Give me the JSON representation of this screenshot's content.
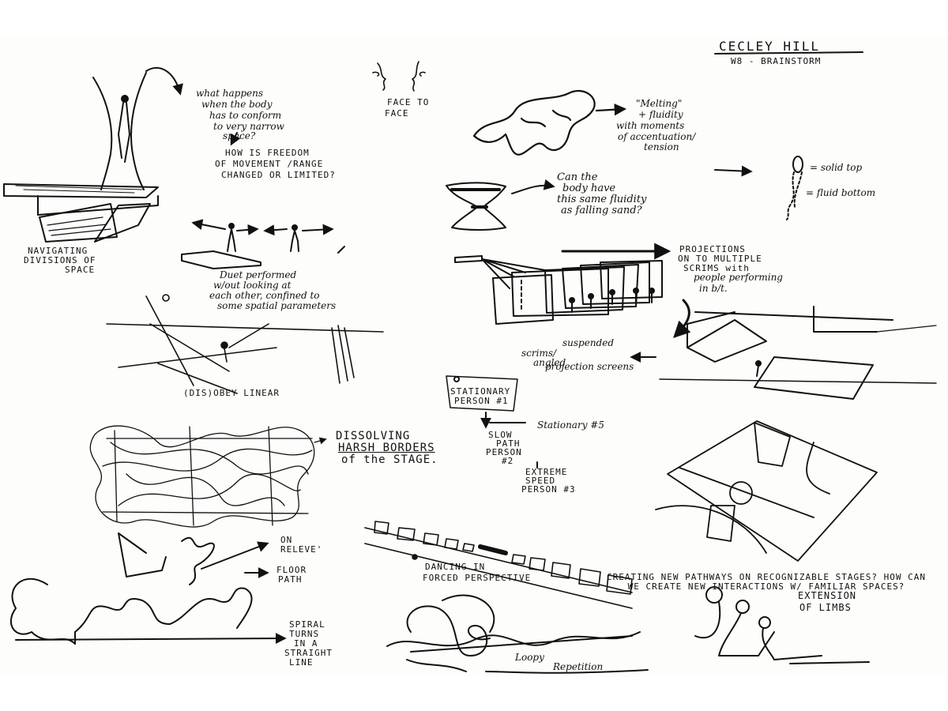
{
  "header": {
    "name": "CECLEY HILL",
    "subtitle": "W8 - BRAINSTORM"
  },
  "notes": {
    "narrow_space": [
      "what happens",
      "when the body",
      "has to conform",
      "to very narrow",
      "space?"
    ],
    "freedom": [
      "HOW IS FREEDOM",
      "OF MOVEMENT /RANGE",
      "CHANGED OR LIMITED?"
    ],
    "face": [
      "FACE TO",
      "FACE"
    ],
    "melting": [
      "\"Melting\"",
      "+ fluidity",
      "with moments",
      "of accentuation/",
      "tension"
    ],
    "sand": [
      "Can the",
      "body have",
      "this same fluidity",
      "as falling sand?"
    ],
    "solid_top": "= solid top",
    "fluid_bottom": "= fluid bottom",
    "divisions": [
      "NAVIGATING",
      "DIVISIONS OF",
      "SPACE"
    ],
    "duet": [
      "Duet performed",
      "w/out looking at",
      "each other, confined to",
      "some spatial parameters"
    ],
    "projections": [
      "PROJECTIONS",
      "ON TO MULTIPLE",
      "SCRIMS with",
      "people performing",
      "in b/t."
    ],
    "scrims": [
      "suspended",
      "scrims/",
      "angled",
      "projection screens"
    ],
    "disobey": "(DIS)OBEY LINEAR",
    "stationary1": [
      "STATIONARY",
      "PERSON #1"
    ],
    "stationary5": "Stationary #5",
    "slow": [
      "SLOW",
      "PATH",
      "PERSON",
      "#2"
    ],
    "extreme": [
      "EXTREME",
      "SPEED",
      "PERSON #3"
    ],
    "dissolving": [
      "DISSOLVING",
      "HARSH BORDERS",
      "of the STAGE."
    ],
    "pathways": "CREATING NEW PATHWAYS ON RECOGNIZABLE STAGES? HOW CAN WE CREATE NEW INTERACTIONS W/ FAMILIAR SPACES?",
    "releve": [
      "ON",
      "RELEVE'"
    ],
    "floor_path": [
      "FLOOR",
      "PATH"
    ],
    "spiral": [
      "SPIRAL",
      "TURNS",
      "IN A",
      "STRAIGHT",
      "LINE"
    ],
    "forced": [
      "DANCING IN",
      "FORCED PERSPECTIVE"
    ],
    "loopy": [
      "Loopy",
      "Repetition"
    ],
    "extension": [
      "EXTENSION",
      "OF LIMBS"
    ]
  }
}
